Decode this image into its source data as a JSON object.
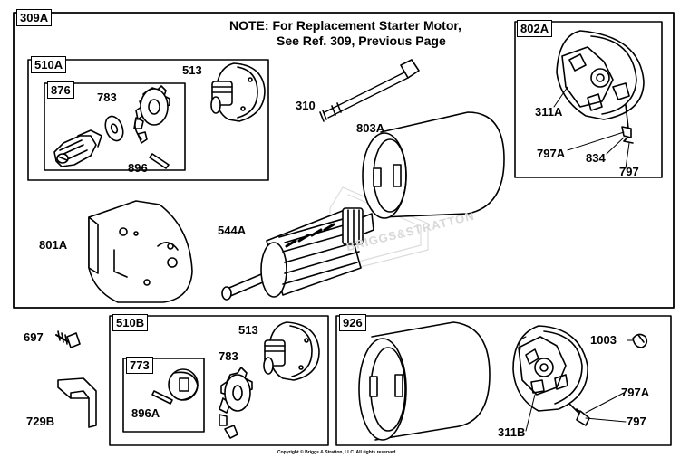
{
  "note": {
    "line1": "NOTE: For Replacement Starter Motor,",
    "line2": "See Ref. 309, Previous Page"
  },
  "groups": {
    "g309A": "309A",
    "g510A": "510A",
    "g876": "876",
    "g802A": "802A",
    "g510B": "510B",
    "g773": "773",
    "g926": "926"
  },
  "parts": {
    "p783a": "783",
    "p513a": "513",
    "p896": "896",
    "p310": "310",
    "p803A": "803A",
    "p311A": "311A",
    "p797A_a": "797A",
    "p834": "834",
    "p797_a": "797",
    "p801A": "801A",
    "p544A": "544A",
    "p697": "697",
    "p729B": "729B",
    "p513b": "513",
    "p783b": "783",
    "p896A": "896A",
    "p1003": "1003",
    "p797A_b": "797A",
    "p311B": "311B",
    "p797_b": "797"
  },
  "watermark": "BRIGGS&STRATTON",
  "copyright": "Copyright © Briggs & Stratton, LLC. All rights reserved."
}
